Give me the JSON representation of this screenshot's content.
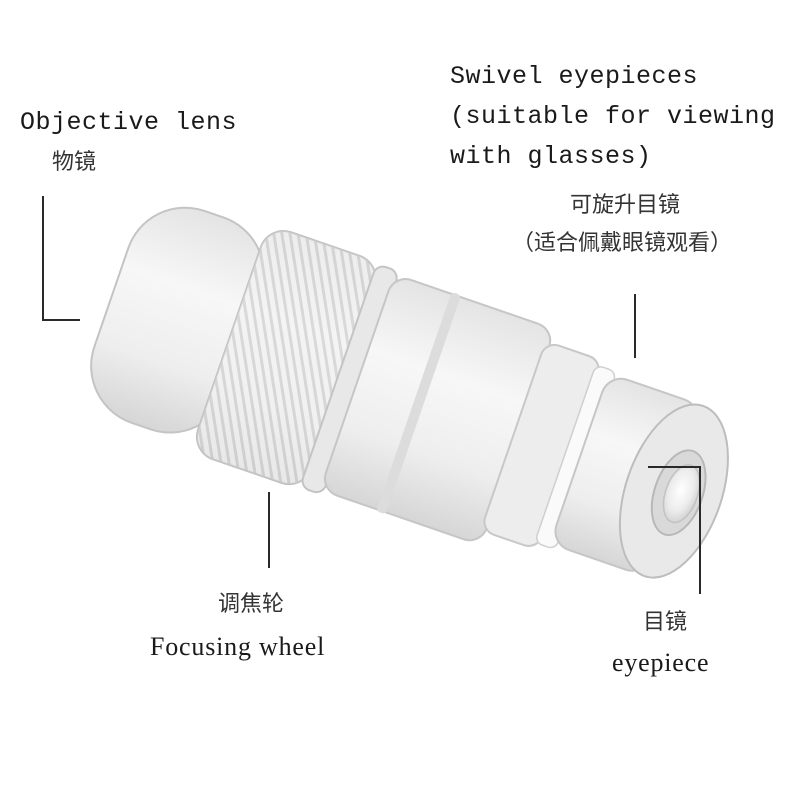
{
  "labels": {
    "objective_en": "Objective lens",
    "objective_zh": "物镜",
    "swivel_en_1": "Swivel eyepieces",
    "swivel_en_2": "(suitable for viewing",
    "swivel_en_3": "with glasses)",
    "swivel_zh_1": "可旋升目镜",
    "swivel_zh_2": "（适合佩戴眼镜观看）",
    "focus_zh": "调焦轮",
    "focus_en": "Focusing wheel",
    "eyepiece_zh": "目镜",
    "eyepiece_en": "eyepiece"
  }
}
